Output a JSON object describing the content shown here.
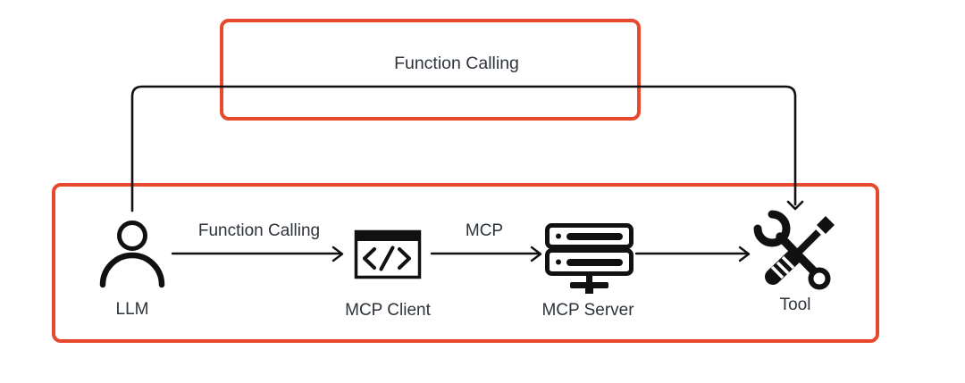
{
  "colors": {
    "accent_red": "#e8482c",
    "line_black": "#111111",
    "text_dark": "#2d333a",
    "background": "#ffffff"
  },
  "outer_loop": {
    "label": "Function Calling"
  },
  "pipeline": {
    "nodes": [
      {
        "label": "LLM",
        "icon": "person-icon"
      },
      {
        "label": "MCP Client",
        "icon": "code-window-icon"
      },
      {
        "label": "MCP Server",
        "icon": "server-icon"
      },
      {
        "label": "Tool",
        "icon": "tools-icon"
      }
    ],
    "edges": [
      {
        "from": "LLM",
        "to": "MCP Client",
        "label": "Function Calling"
      },
      {
        "from": "MCP Client",
        "to": "MCP Server",
        "label": "MCP"
      },
      {
        "from": "MCP Server",
        "to": "Tool",
        "label": ""
      },
      {
        "from": "LLM",
        "to": "Tool",
        "label": "Function Calling",
        "route": "top-loop"
      }
    ]
  }
}
